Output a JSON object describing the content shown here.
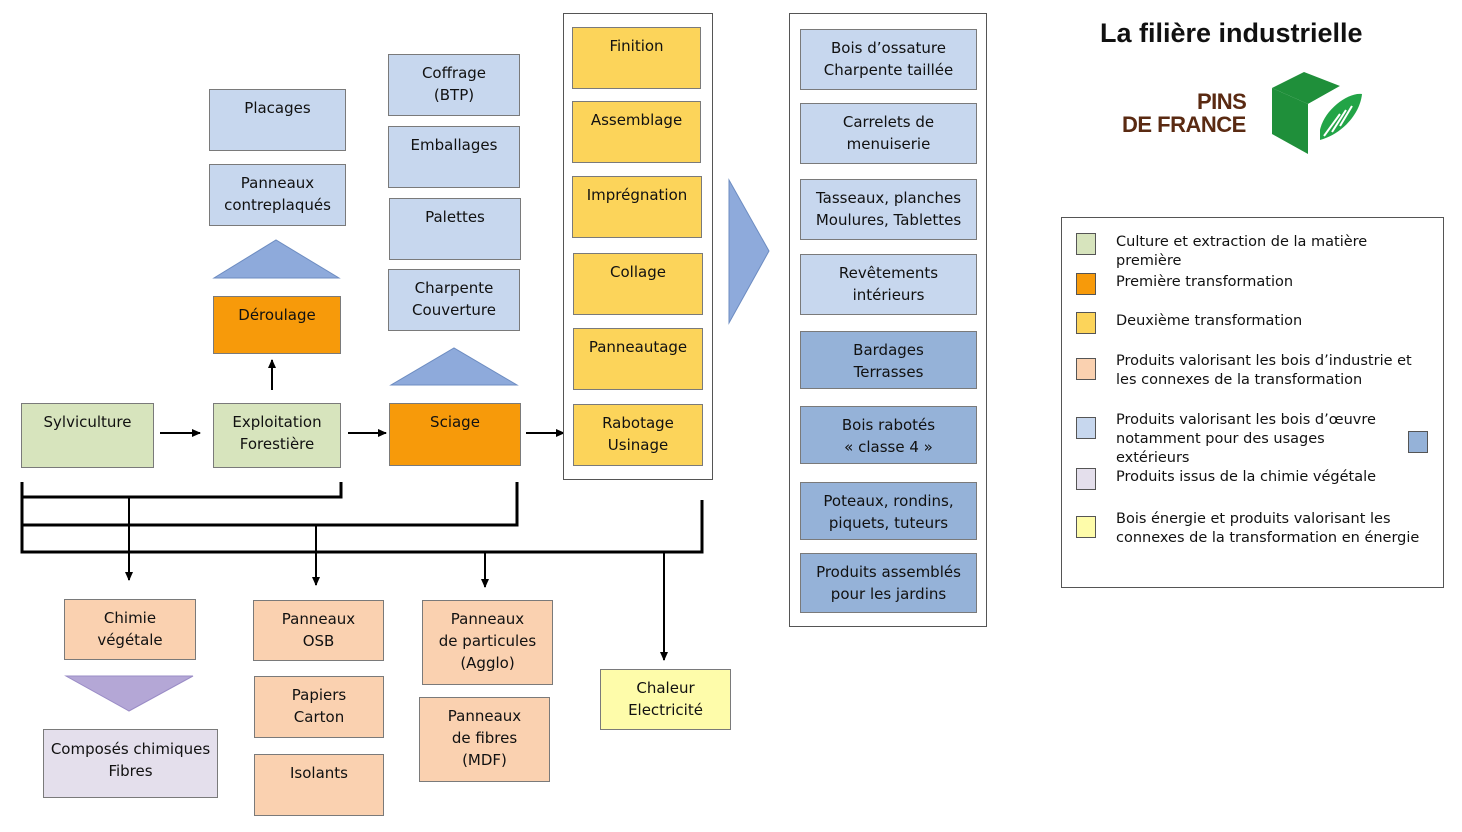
{
  "title": "La filière industrielle",
  "logo": {
    "line1": "PINS",
    "line2": "DE FRANCE"
  },
  "colors": {
    "culture": "#d7e4bd",
    "premiere": "#f79a0a",
    "deuxieme": "#fcd45a",
    "industrie": "#fad1b0",
    "oeuvre": "#c7d7ee",
    "oeuvre_ext": "#95b2d8",
    "chimie": "#e4dfec",
    "energie": "#fefcaa",
    "triangle_blue": "#8eaadb",
    "triangle_purple": "#b4a7d6",
    "logo_green": "#1f8f3a",
    "logo_brown": "#5a2a12"
  },
  "nodes": {
    "sylviculture": {
      "lines": [
        "Sylviculture"
      ]
    },
    "exploitation": {
      "lines": [
        "Exploitation",
        "Forestière"
      ]
    },
    "deroulage": {
      "lines": [
        "Déroulage"
      ]
    },
    "panneaux_contreplaques": {
      "lines": [
        "Panneaux",
        "contreplaqués"
      ]
    },
    "placages": {
      "lines": [
        "Placages"
      ]
    },
    "sciage": {
      "lines": [
        "Sciage"
      ]
    },
    "charpente_couverture": {
      "lines": [
        "Charpente",
        "Couverture"
      ]
    },
    "palettes": {
      "lines": [
        "Palettes"
      ]
    },
    "emballages": {
      "lines": [
        "Emballages"
      ]
    },
    "coffrage": {
      "lines": [
        "Coffrage",
        "(BTP)"
      ]
    },
    "finition": {
      "lines": [
        "Finition"
      ]
    },
    "assemblage": {
      "lines": [
        "Assemblage"
      ]
    },
    "impregnation": {
      "lines": [
        "Imprégnation"
      ]
    },
    "collage": {
      "lines": [
        "Collage"
      ]
    },
    "panneautage": {
      "lines": [
        "Panneautage"
      ]
    },
    "rabotage": {
      "lines": [
        "Rabotage",
        "Usinage"
      ]
    },
    "bois_ossature": {
      "lines": [
        "Bois d’ossature",
        "Charpente taillée"
      ]
    },
    "carrelets": {
      "lines": [
        "Carrelets de",
        "menuiserie"
      ]
    },
    "tasseaux": {
      "lines": [
        "Tasseaux,  planches",
        "Moulures,  Tablettes"
      ]
    },
    "revetements": {
      "lines": [
        "Revêtements",
        "intérieurs"
      ]
    },
    "bardages": {
      "lines": [
        "Bardages",
        "Terrasses"
      ]
    },
    "bois_rabotes": {
      "lines": [
        "Bois rabotés",
        "« classe 4 »"
      ]
    },
    "poteaux": {
      "lines": [
        "Poteaux, rondins,",
        "piquets, tuteurs"
      ]
    },
    "produits_assembles": {
      "lines": [
        "Produits assemblés",
        "pour les jardins"
      ]
    },
    "chimie_vegetale": {
      "lines": [
        "Chimie",
        "végétale"
      ]
    },
    "composes": {
      "lines": [
        "Composés chimiques",
        "Fibres"
      ]
    },
    "panneaux_osb": {
      "lines": [
        "Panneaux",
        "OSB"
      ]
    },
    "papiers": {
      "lines": [
        "Papiers",
        "Carton"
      ]
    },
    "isolants": {
      "lines": [
        "Isolants"
      ]
    },
    "panneaux_particules": {
      "lines": [
        "Panneaux",
        "de particules",
        "(Agglo)"
      ]
    },
    "panneaux_fibres": {
      "lines": [
        "Panneaux",
        "de fibres",
        "(MDF)"
      ]
    },
    "chaleur": {
      "lines": [
        "Chaleur",
        "Electricité"
      ]
    }
  },
  "legend": [
    {
      "text": "Culture et extraction de la matière première",
      "color": "#d7e4bd"
    },
    {
      "text": "Première transformation",
      "color": "#f79a0a"
    },
    {
      "text": "Deuxième  transformation",
      "color": "#fcd45a"
    },
    {
      "text": "Produits valorisant les bois d’industrie et les connexes de la transformation",
      "color": "#fad1b0"
    },
    {
      "text": "Produits valorisant les bois d’œuvre notamment pour des usages extérieurs",
      "color": "#c7d7ee",
      "extra_color": "#95b2d8"
    },
    {
      "text": "Produits issus de la chimie végétale",
      "color": "#e4dfec"
    },
    {
      "text": "Bois énergie et produits valorisant les connexes de la transformation en énergie",
      "color": "#fefcaa"
    }
  ]
}
